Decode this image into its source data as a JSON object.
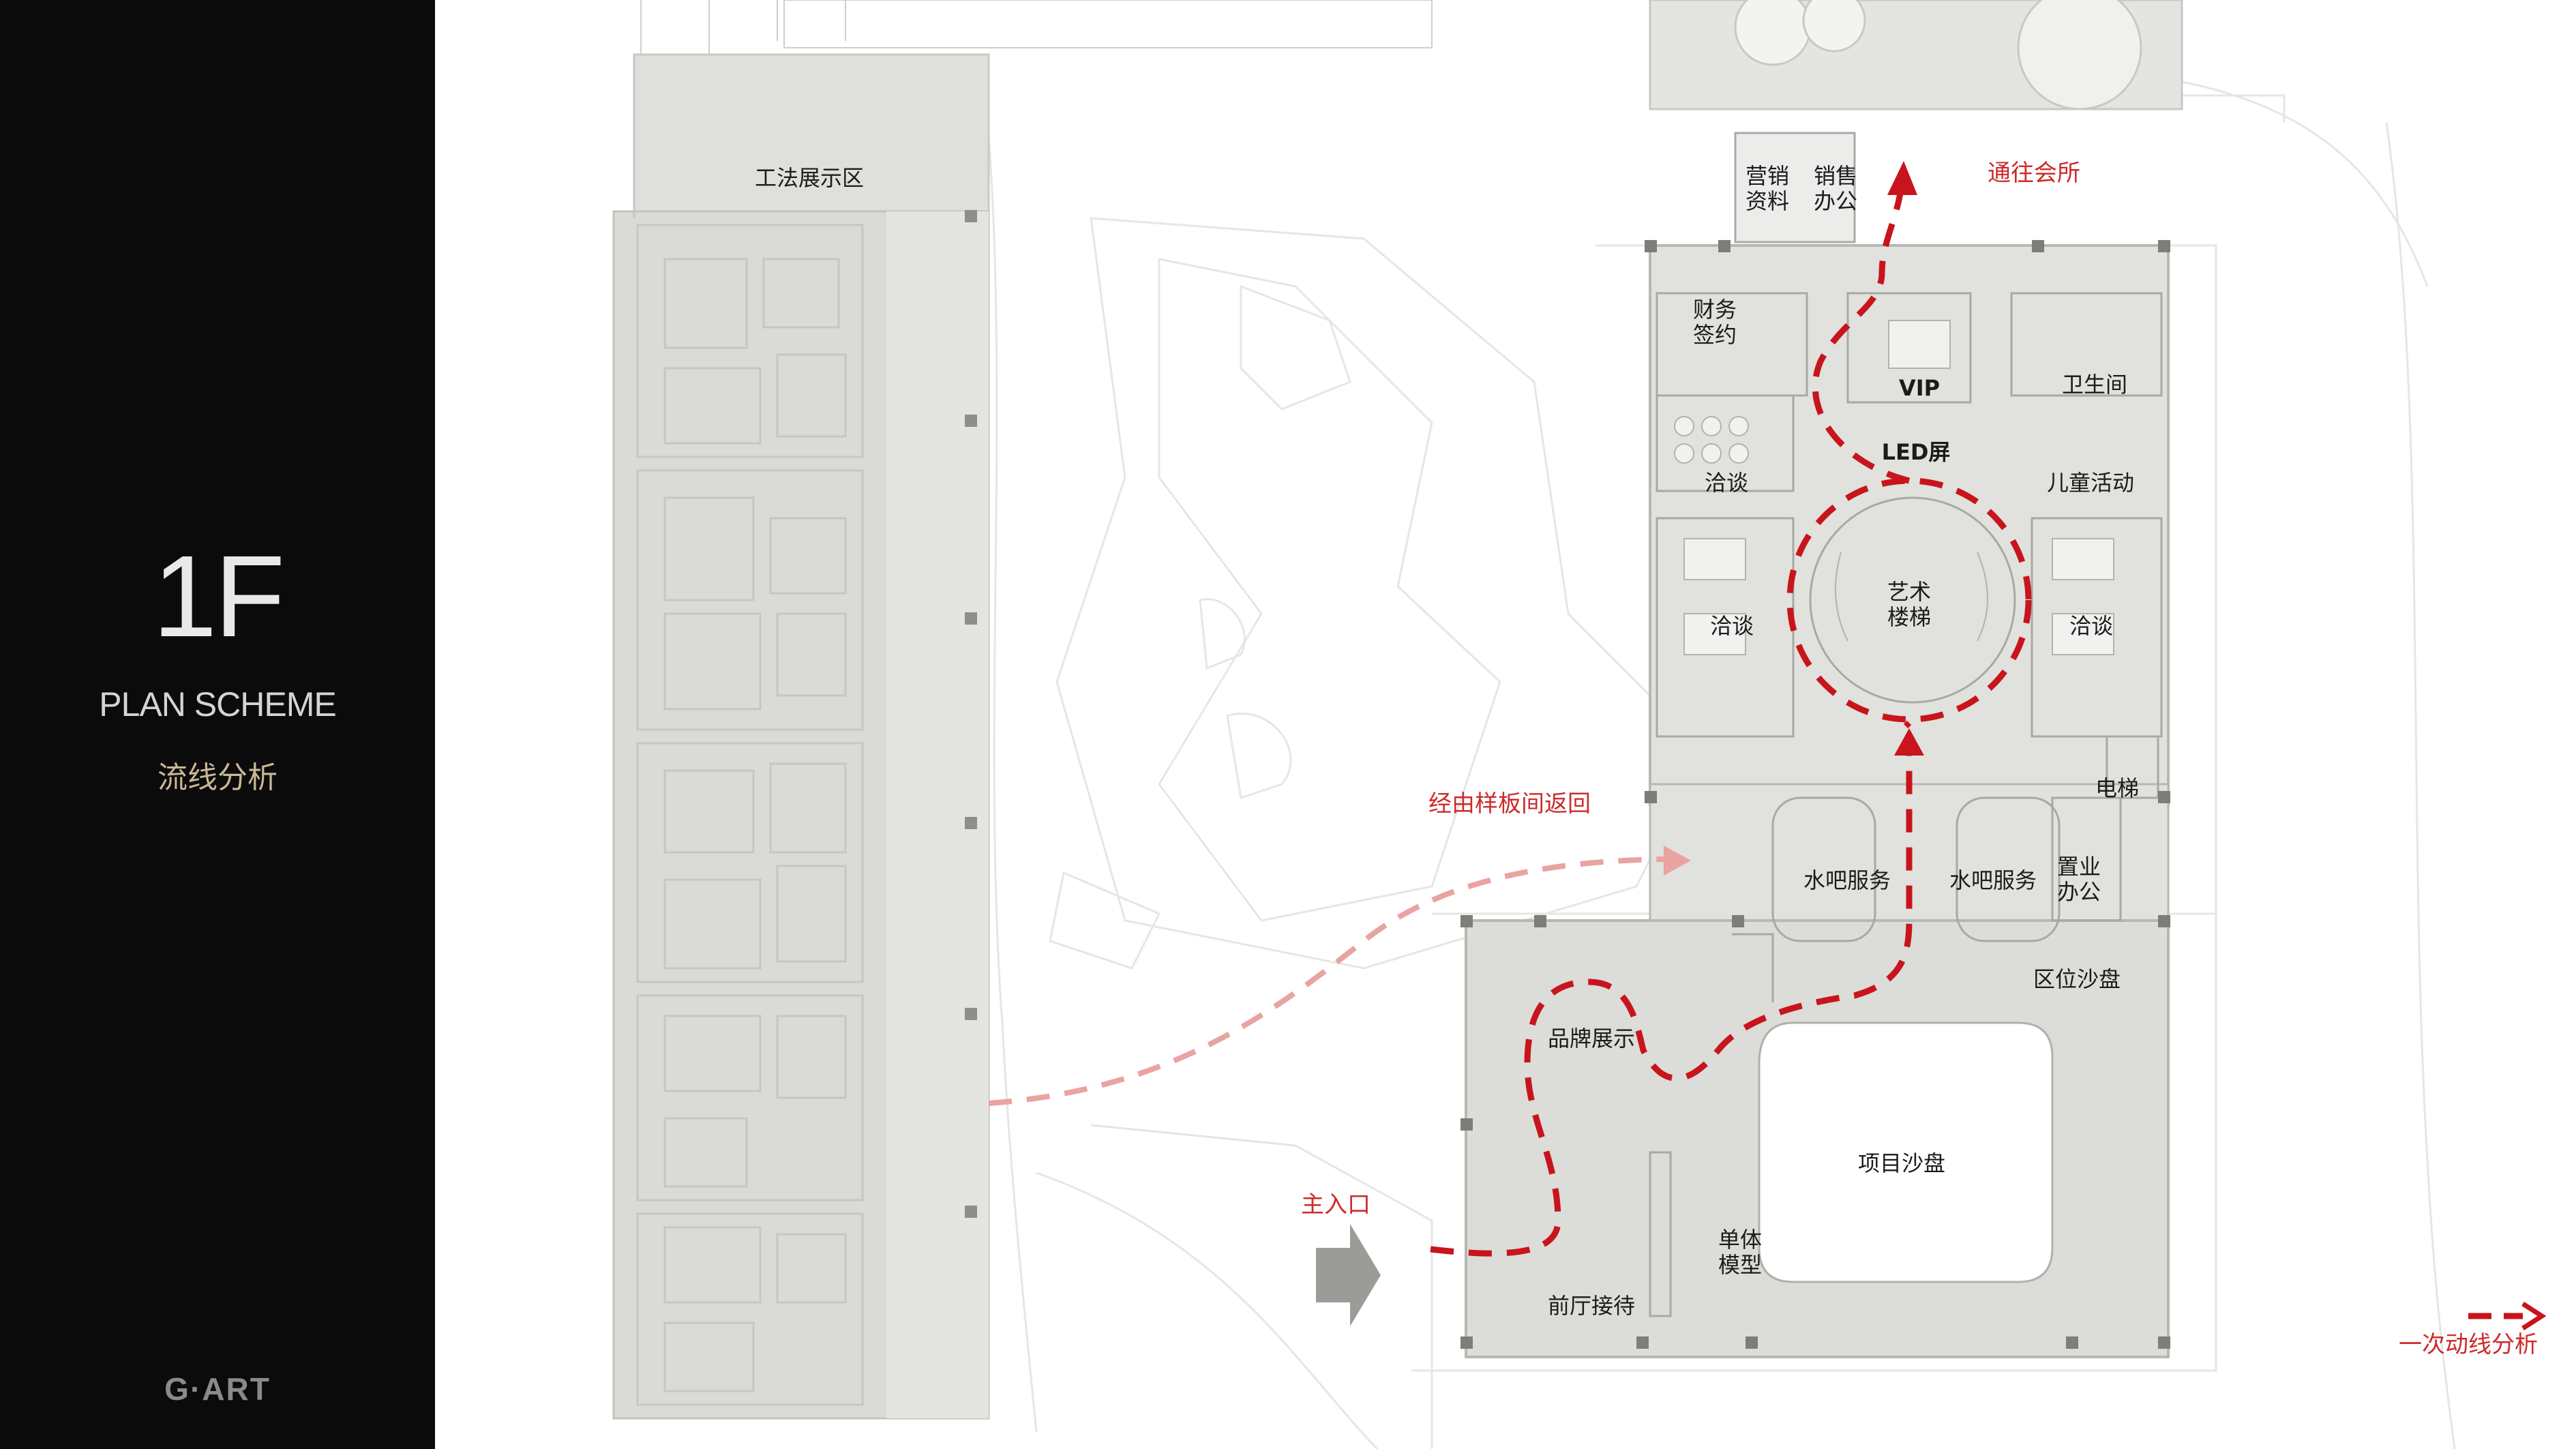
{
  "sidebar": {
    "floor": "1F",
    "title": "PLAN SCHEME",
    "subtitle": "流线分析",
    "logo": "G·ART"
  },
  "colors": {
    "sidebar_bg": "#0c0b0b",
    "flow_red": "#c8141c",
    "flow_secondary": "#e9a3a0",
    "annotation_red": "#cc2b2b",
    "plan_gray": "#d9d9d5"
  },
  "rooms": {
    "craft_display": "工法展示区",
    "marketing": "营销\n资料",
    "sales_office": "销售\n办公",
    "finance": "财务\n签约",
    "vip": "VIP",
    "restroom": "卫生间",
    "led": "LED屏",
    "negotiate_top": "洽谈",
    "kids": "儿童活动",
    "art_stair": "艺术\n楼梯",
    "negotiate_left": "洽谈",
    "negotiate_right": "洽谈",
    "elevator": "电梯",
    "water_bar_left": "水吧服务",
    "water_bar_right": "水吧服务",
    "property_office": "置业\n办公",
    "district_model": "区位沙盘",
    "brand_display": "品牌展示",
    "project_model": "项目沙盘",
    "unit_model": "单体\n模型",
    "reception": "前厅接待"
  },
  "annotations": {
    "to_club": "通往会所",
    "via_showflat": "经由样板间返回",
    "main_entrance": "主入口"
  },
  "legend": {
    "label": "一次动线分析"
  }
}
